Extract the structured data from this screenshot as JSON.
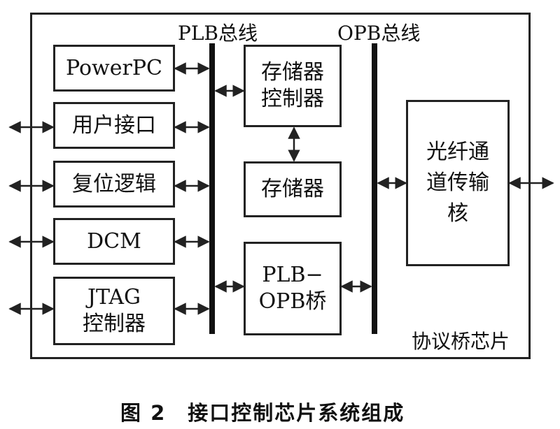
{
  "chip_label": "协议桥芯片",
  "plb_bus_label": "PLB总线",
  "opb_bus_label": "OPB总线",
  "blocks": {
    "powerpc": "PowerPC",
    "user_interface": "用户接口",
    "reset_logic": "复位逻辑",
    "dcm": "DCM",
    "jtag": "JTAG\n控制器",
    "mem_controller": "存储器\n控制器",
    "memory": "存储器",
    "plb_opb_bridge": "PLB−\nOPB桥",
    "fiber_core": "光纤通\n道传输\n核"
  },
  "caption": "图 2　接口控制芯片系统组成"
}
